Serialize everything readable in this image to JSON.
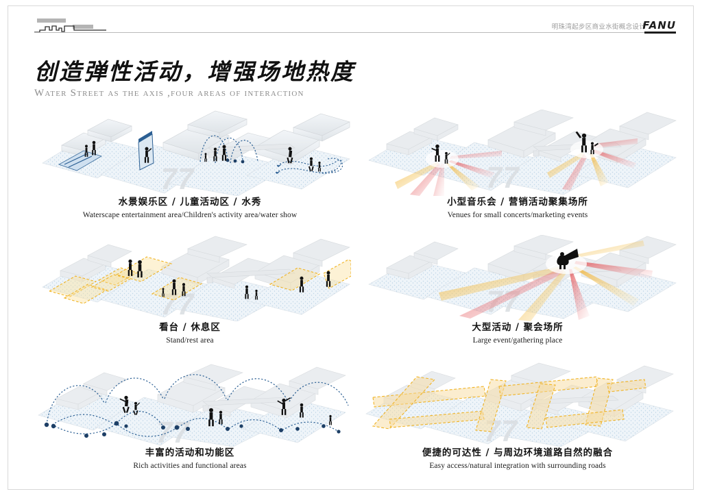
{
  "header": {
    "project_title": "明珠湾起步区商业水街概念设计",
    "brand": "FANU",
    "logo_icon": "skyline-logo-icon"
  },
  "title": {
    "main": "创造弹性活动，增强场地热度",
    "sub": "Water Street as the axis ,four areas of interaction"
  },
  "colors": {
    "water_blue": "#2b5f93",
    "node_navy": "#1d3f66",
    "zone_yellow": "#f0b323",
    "beam_red": "#e0464a",
    "massing_gray": "#dcdee0",
    "rule_gray": "#b9b9b9",
    "subtitle_gray": "#8d8d8d"
  },
  "panels": [
    {
      "id": "waterscape",
      "diagram": "axonometric-water-show-diagram",
      "caption_cn": "水景娱乐区 / 儿童活动区 / 水秀",
      "caption_en": "Waterscape entertainment area/Children's activity area/water show"
    },
    {
      "id": "small-concerts",
      "diagram": "axonometric-concert-beams-diagram",
      "caption_cn": "小型音乐会 / 营销活动聚集场所",
      "caption_en": "Venues for small concerts/marketing events"
    },
    {
      "id": "stand-rest",
      "diagram": "axonometric-stand-rest-zones-diagram",
      "caption_cn": "看台 / 休息区",
      "caption_en": "Stand/rest area"
    },
    {
      "id": "large-event",
      "diagram": "axonometric-large-event-diagram",
      "caption_cn": "大型活动 / 聚会场所",
      "caption_en": "Large event/gathering place"
    },
    {
      "id": "rich-activities",
      "diagram": "axonometric-activity-network-diagram",
      "caption_cn": "丰富的活动和功能区",
      "caption_en": "Rich activities and functional areas"
    },
    {
      "id": "easy-access",
      "diagram": "axonometric-access-routes-diagram",
      "caption_cn": "便捷的可达性 / 与周边环境道路自然的融合",
      "caption_en": "Easy access/natural integration with surrounding roads"
    }
  ]
}
